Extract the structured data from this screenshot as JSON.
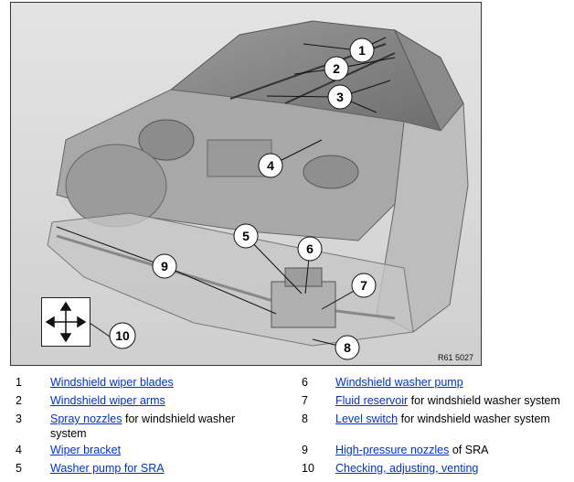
{
  "figure": {
    "reference_code": "R61 5027",
    "callouts": [
      {
        "id": "callout-1",
        "label": "1"
      },
      {
        "id": "callout-2",
        "label": "2"
      },
      {
        "id": "callout-3",
        "label": "3"
      },
      {
        "id": "callout-4",
        "label": "4"
      },
      {
        "id": "callout-5",
        "label": "5"
      },
      {
        "id": "callout-6",
        "label": "6"
      },
      {
        "id": "callout-7",
        "label": "7"
      },
      {
        "id": "callout-8",
        "label": "8"
      },
      {
        "id": "callout-9",
        "label": "9"
      },
      {
        "id": "callout-10",
        "label": "10"
      }
    ],
    "nav_icon": "four-way-arrow-icon"
  },
  "legend": [
    {
      "num": "1",
      "link": "Windshield wiper blades",
      "rest": ""
    },
    {
      "num": "2",
      "link": "Windshield wiper arms",
      "rest": ""
    },
    {
      "num": "3",
      "link": "Spray nozzles",
      "rest": " for windshield washer",
      "rest2": "system"
    },
    {
      "num": "4",
      "link": "Wiper bracket",
      "rest": ""
    },
    {
      "num": "5",
      "link": "Washer pump for SRA",
      "rest": ""
    },
    {
      "num": "6",
      "link": "Windshield washer pump",
      "rest": ""
    },
    {
      "num": "7",
      "link": "Fluid reservoir",
      "rest": " for windshield washer system"
    },
    {
      "num": "8",
      "link": "Level switch",
      "rest": " for windshield washer system"
    },
    {
      "num": "9",
      "link": "High-pressure nozzles",
      "rest": " of SRA"
    },
    {
      "num": "10",
      "link": "Checking, adjusting, venting",
      "rest": ""
    }
  ]
}
